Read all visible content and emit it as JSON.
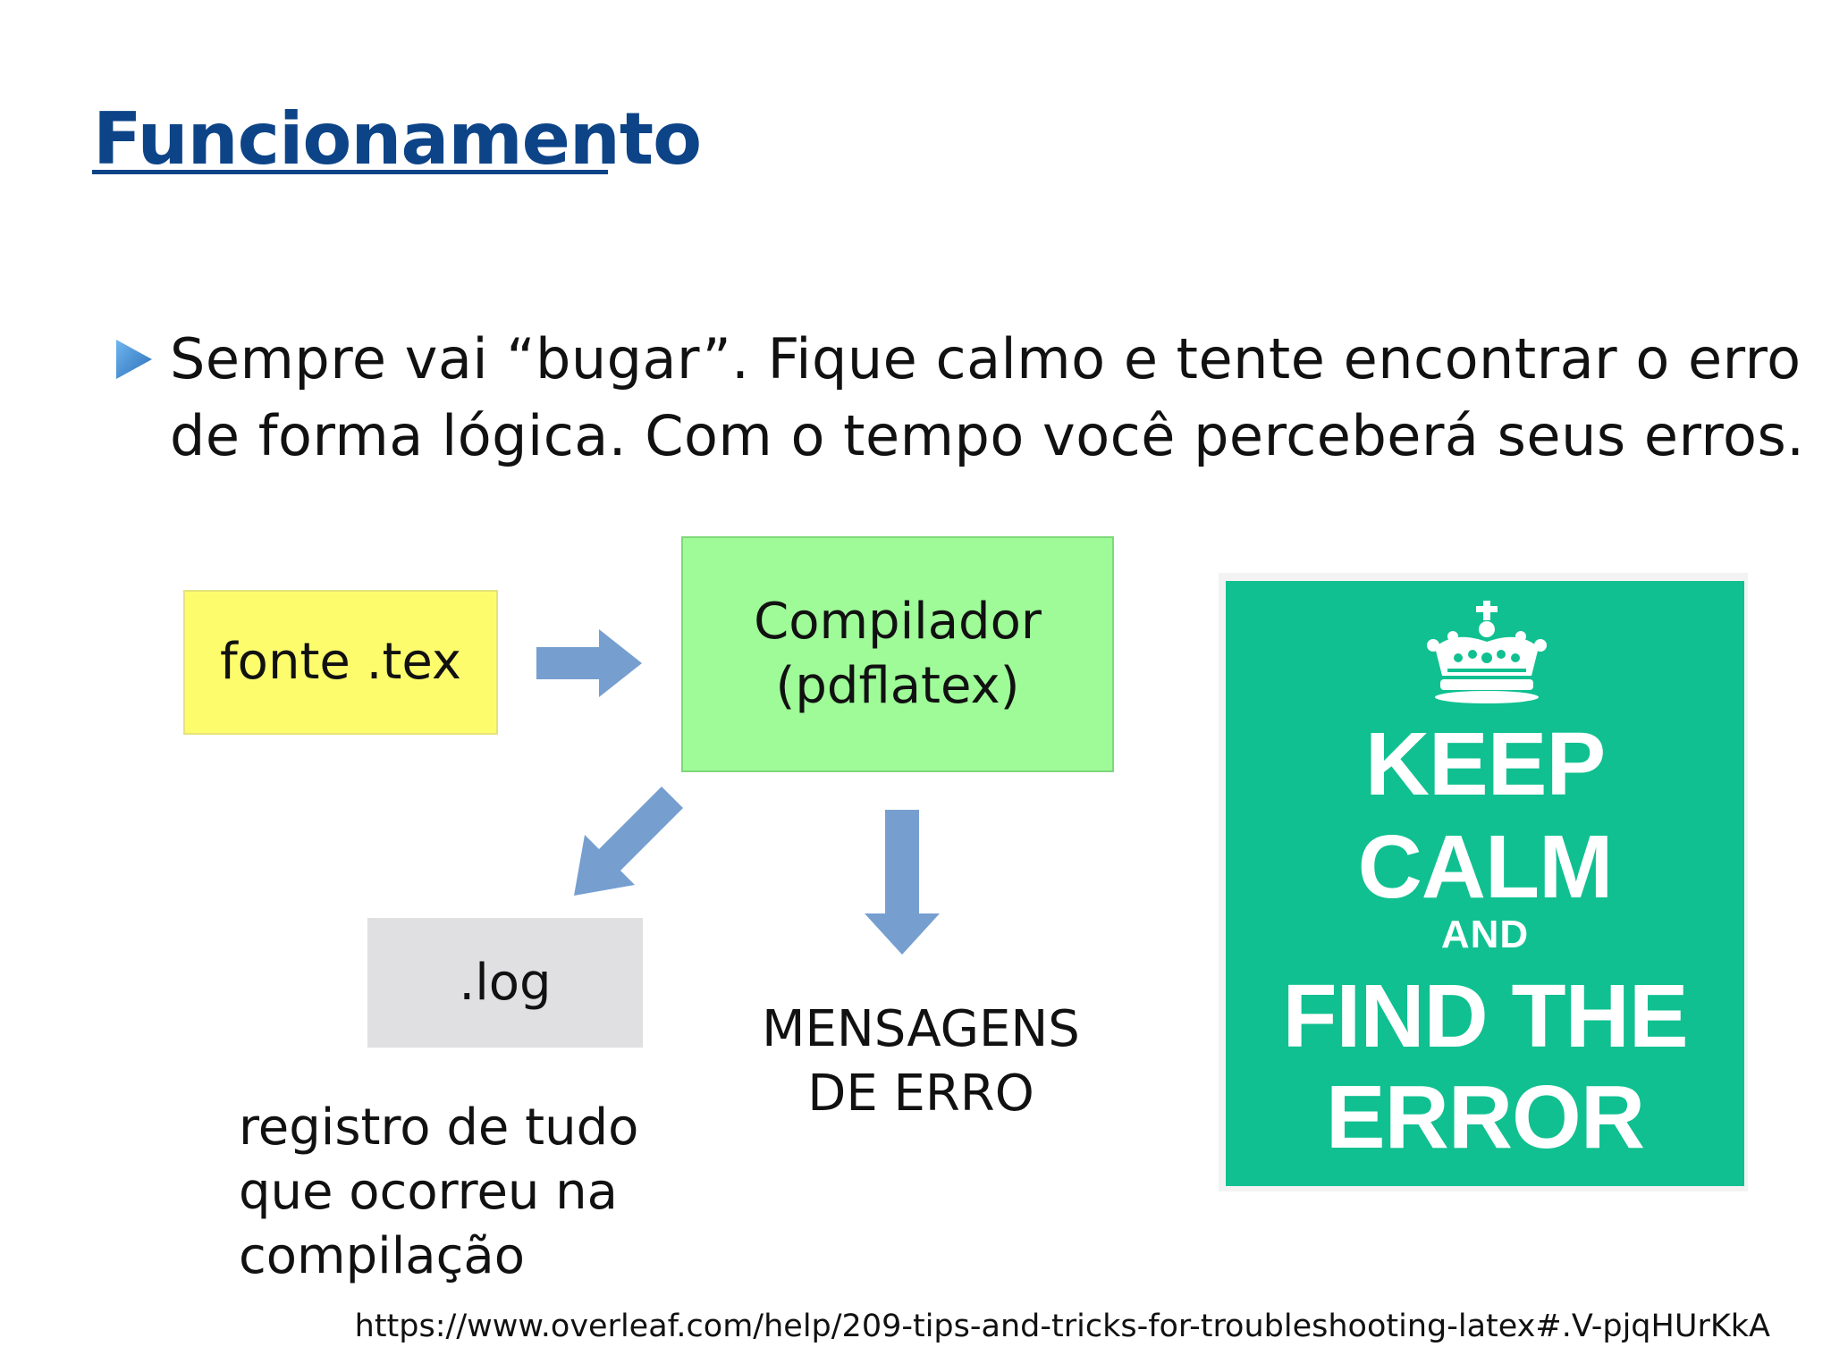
{
  "title": "Funcionamento",
  "bullet": {
    "icon": "triangle-bullet-icon",
    "color": "#3a8cd6",
    "line1": "Sempre vai “bugar”. Fique calmo e tente encontrar o erro",
    "line2": "de forma lógica. Com o tempo você perceberá seus erros."
  },
  "diagram": {
    "fonte": "fonte .tex",
    "compilador_line1": "Compilador",
    "compilador_line2": "(pdflatex)",
    "log": ".log",
    "mensagens_line1": "MENSAGENS",
    "mensagens_line2": "DE ERRO",
    "registro_line1": "registro de tudo",
    "registro_line2": "que ocorreu na",
    "registro_line3": "compilação",
    "colors": {
      "fonte_box": "#fdfc6c",
      "compilador_box": "#9efb98",
      "log_box": "#e0dfe1",
      "arrow": "#769fd0"
    }
  },
  "poster": {
    "background": "#10c090",
    "crown_icon": "crown-icon",
    "line1": "KEEP",
    "line2": "CALM",
    "line3": "AND",
    "line4": "FIND THE",
    "line5": "ERROR"
  },
  "source_url": "https://www.overleaf.com/help/209-tips-and-tricks-for-troubleshooting-latex#.V-pjqHUrKkA"
}
